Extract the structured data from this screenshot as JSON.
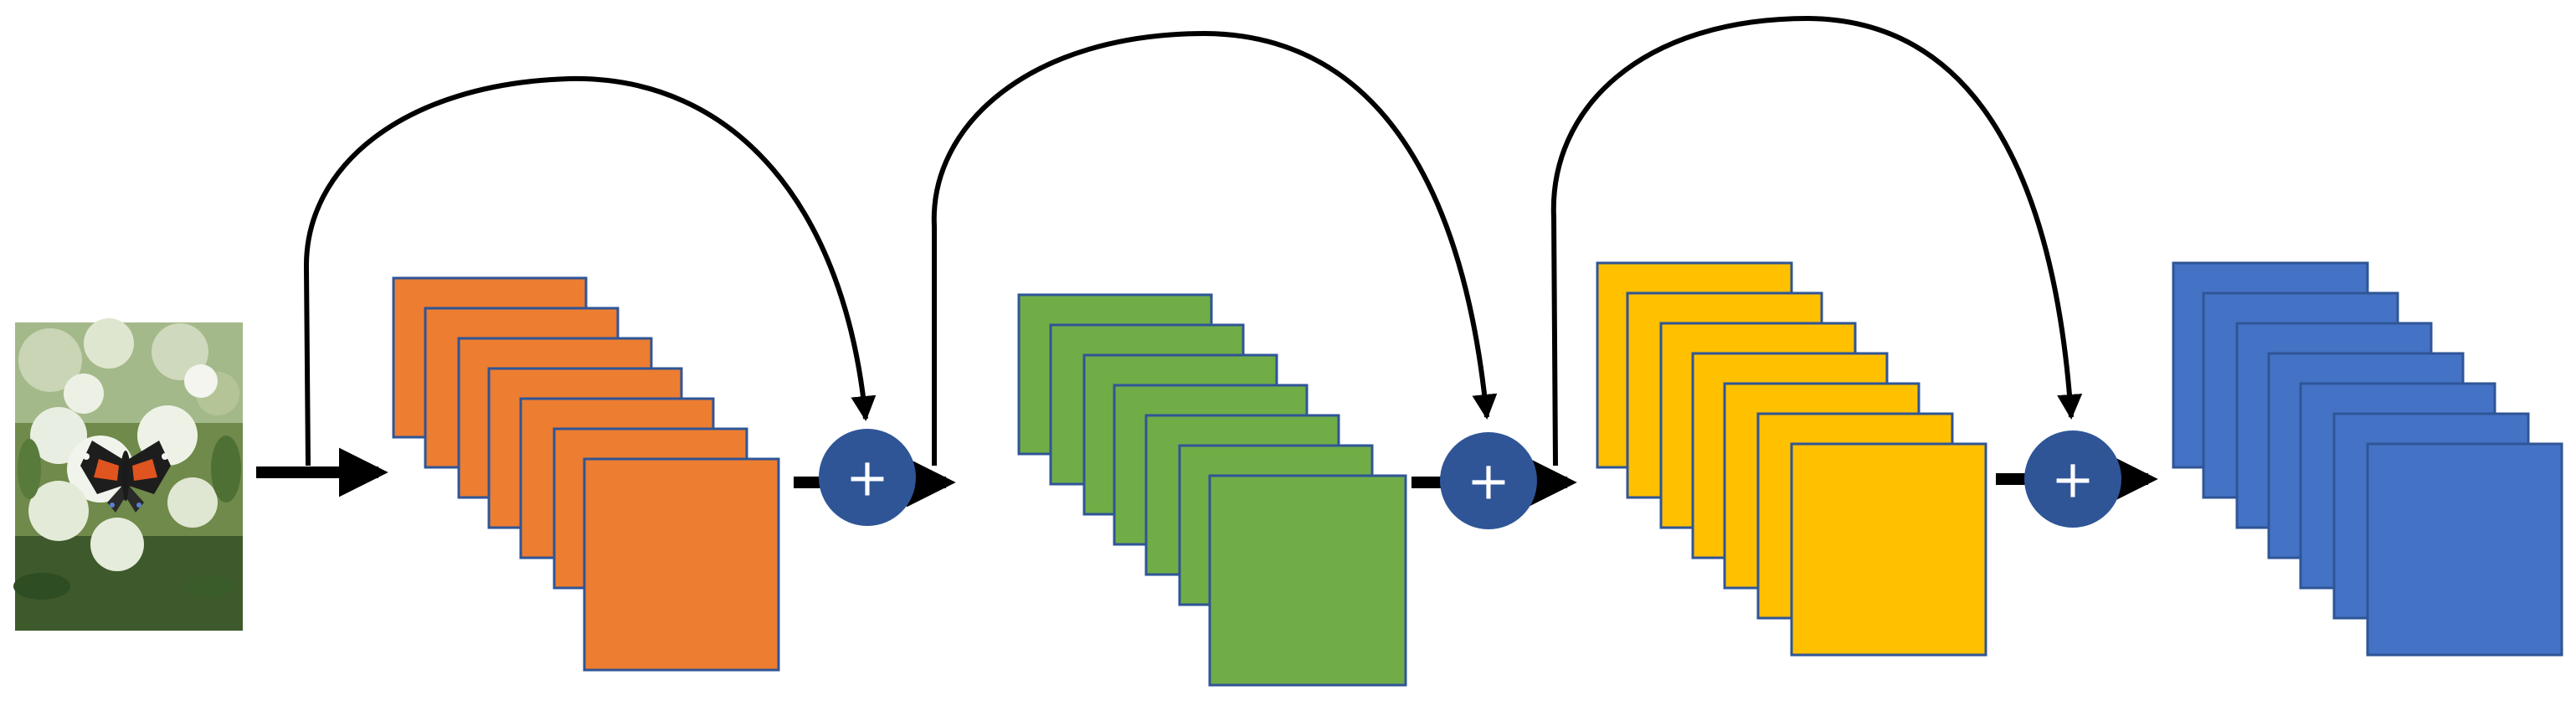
{
  "diagram": {
    "input_image": {
      "icon": "butterfly-on-flowers-photo"
    },
    "stages": [
      {
        "fill": "#ED7D31",
        "stroke": "#2F5597",
        "maps": 7
      },
      {
        "fill": "#70AD47",
        "stroke": "#2F5597",
        "maps": 7
      },
      {
        "fill": "#FFC000",
        "stroke": "#2F5597",
        "maps": 7
      },
      {
        "fill": "#4472C4",
        "stroke": "#2F5597",
        "maps": 7
      }
    ],
    "add_nodes": [
      {
        "symbol": "+",
        "fill": "#2F5597",
        "symbol_color": "#FFFFFF"
      },
      {
        "symbol": "+",
        "fill": "#2F5597",
        "symbol_color": "#FFFFFF"
      },
      {
        "symbol": "+",
        "fill": "#2F5597",
        "symbol_color": "#FFFFFF"
      }
    ],
    "arrow_color": "#000000"
  }
}
